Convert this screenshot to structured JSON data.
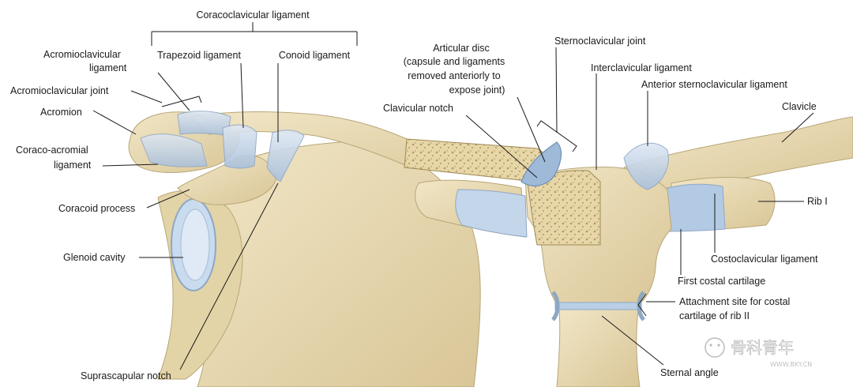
{
  "labels": {
    "coracoclavicular_ligament": "Coracoclavicular ligament",
    "trapezoid_ligament": "Trapezoid ligament",
    "conoid_ligament": "Conoid ligament",
    "acromioclavicular_ligament_l1": "Acromioclavicular",
    "acromioclavicular_ligament_l2": "ligament",
    "acromioclavicular_joint": "Acromioclavicular  joint",
    "acromion": "Acromion",
    "coraco_acromial_l1": "Coraco-acromial",
    "coraco_acromial_l2": "ligament",
    "coracoid_process": "Coracoid process",
    "glenoid_cavity": "Glenoid cavity",
    "suprascapular_notch": "Suprascapular notch",
    "articular_disc_l1": "Articular disc",
    "articular_disc_l2": "(capsule and ligaments",
    "articular_disc_l3": "removed anteriorly to",
    "articular_disc_l4": "expose joint)",
    "clavicular_notch": "Clavicular notch",
    "sternoclavicular_joint": "Sternoclavicular joint",
    "interclavicular_ligament": "Interclavicular ligament",
    "anterior_sternoclavicular_ligament": "Anterior sternoclavicular ligament",
    "clavicle": "Clavicle",
    "rib_1": "Rib I",
    "costoclavicular_ligament": "Costoclavicular ligament",
    "first_costal_cartilage": "First costal cartilage",
    "attachment_site_l1": "Attachment site for costal",
    "attachment_site_l2": "cartilage of rib II",
    "sternal_angle": "Sternal angle"
  },
  "watermark": {
    "text": "骨科青年",
    "url": "WWW.BKY.CN"
  },
  "colors": {
    "bone": "#e9dcb8",
    "bone_shadow": "#cdbb8c",
    "cartilage": "#b9cfe6",
    "ligament": "#c8d8ea",
    "cancellous": "#e0cf9f",
    "text": "#1a1a1a"
  }
}
